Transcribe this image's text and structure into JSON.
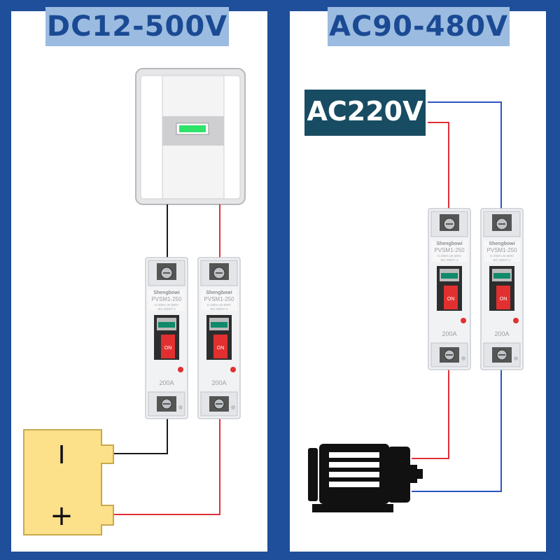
{
  "left_panel": {
    "title": "DC12-500V",
    "battery": {
      "negative_symbol": "I",
      "positive_symbol": "+"
    }
  },
  "right_panel": {
    "title": "AC90-480V",
    "source_label": "AC220V"
  },
  "breaker": {
    "brand": "Shengbowi",
    "model": "PVSM1-250",
    "spec_line": "In 200A  Ue 500V",
    "standard": "IEC 60947-2",
    "switch_label": "ON",
    "rating": "200A"
  },
  "colors": {
    "frame": "#1f4f9a",
    "title_bg": "#9bbbe0",
    "title_text": "#1b4a94",
    "label_bg": "#184c62",
    "wire_red": "#e0303a",
    "wire_black": "#1a1a1a",
    "wire_blue": "#2a55c0",
    "battery": "#fde08a"
  },
  "icons": [
    "inverter-icon",
    "breaker-icon",
    "battery-icon",
    "motor-icon"
  ]
}
